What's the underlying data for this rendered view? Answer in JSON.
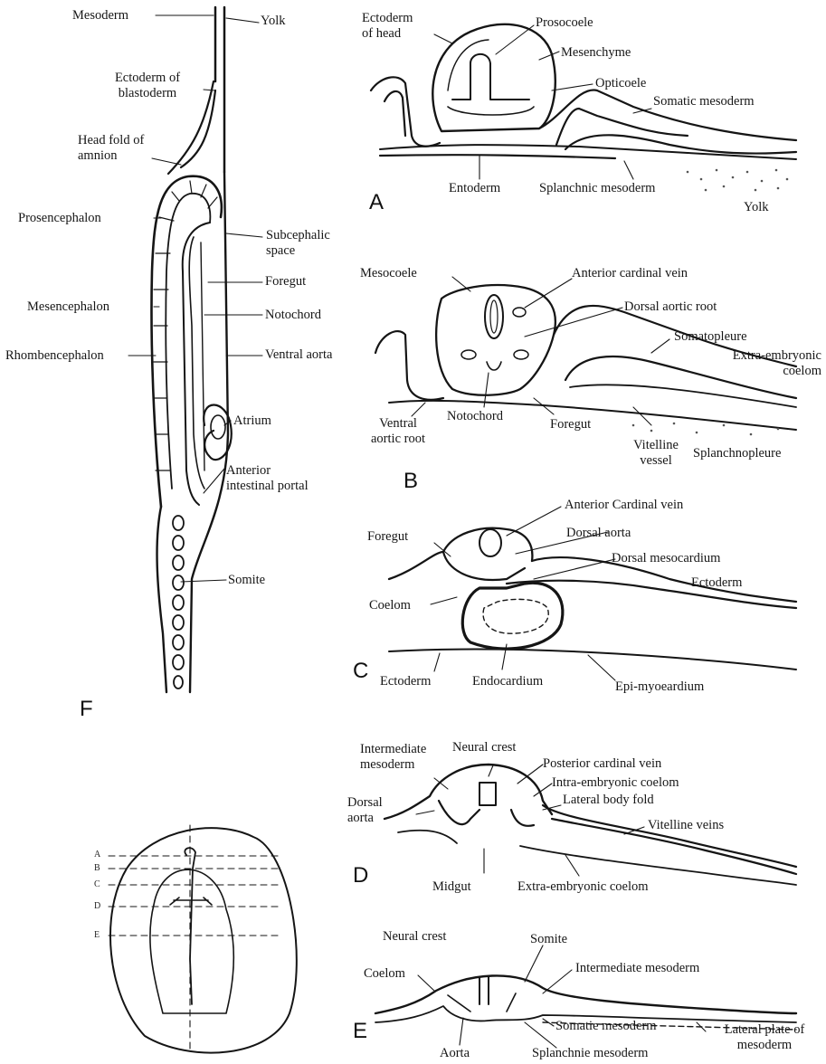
{
  "figure": {
    "panel_a": {
      "letter": "A",
      "labels": {
        "ectoderm_of_head": "Ectoderm\nof head",
        "prosocoele": "Prosocoele",
        "mesenchyme": "Mesenchyme",
        "opticoele": "Opticoele",
        "somatic_mesoderm": "Somatic mesoderm",
        "entoderm": "Entoderm",
        "splanchnic_mesoderm": "Splanchnic mesoderm",
        "yolk": "Yolk"
      }
    },
    "panel_b": {
      "letter": "B",
      "labels": {
        "mesocoele": "Mesocoele",
        "anterior_cardinal_vein": "Anterior cardinal vein",
        "dorsal_aortic_root": "Dorsal aortic root",
        "somatopleure": "Somatopleure",
        "extra_embryonic_coelom": "Extra-embryonic\ncoelom",
        "ventral_aortic_root": "Ventral\naortic root",
        "notochord": "Notochord",
        "foregut": "Foregut",
        "vitelline_vessel": "Vitelline\nvessel",
        "splanchnopleure": "Splanchnopleure"
      }
    },
    "panel_c": {
      "letter": "C",
      "labels": {
        "anterior_cardinal_vein": "Anterior Cardinal vein",
        "foregut": "Foregut",
        "dorsal_aorta": "Dorsal aorta",
        "dorsal_mesocardium": "Dorsal mesocardium",
        "ectoderm_right": "Ectoderm",
        "coelom": "Coelom",
        "ectoderm_bottom": "Ectoderm",
        "endocardium": "Endocardium",
        "epi_myocardium": "Epi-myoeardium"
      }
    },
    "panel_d": {
      "letter": "D",
      "labels": {
        "intermediate_mesoderm": "Intermediate\nmesoderm",
        "neural_crest": "Neural crest",
        "posterior_cardinal_vein": "Posterior cardinal vein",
        "intra_embryonic_coelom": "Intra-embryonic coelom",
        "lateral_body_fold": "Lateral body fold",
        "dorsal_aorta": "Dorsal\naorta",
        "vitelline_veins": "Vitelline veins",
        "midgut": "Midgut",
        "extra_embryonic_coelom": "Extra-embryonic coelom"
      }
    },
    "panel_e": {
      "letter": "E",
      "labels": {
        "neural_crest": "Neural crest",
        "somite": "Somite",
        "coelom": "Coelom",
        "intermediate_mesoderm": "Intermediate mesoderm",
        "somatic_mesoderm": "Somatie mesoderm",
        "lateral_plate": "Lateral plate of\nmesoderm",
        "aorta": "Aorta",
        "splanchnic_mesoderm": "Splanchnie mesoderm"
      }
    },
    "panel_f": {
      "letter": "F",
      "labels": {
        "mesoderm": "Mesoderm",
        "yolk": "Yolk",
        "ectoderm_of_blastoderm": "Ectoderm of\nblastoderm",
        "head_fold_of_amnion": "Head fold of\namnion",
        "prosencephalon": "Prosencephalon",
        "subcephalic_space": "Subcephalic\nspace",
        "foregut": "Foregut",
        "mesencephalon": "Mesencephalon",
        "notochord": "Notochord",
        "rhombencephalon": "Rhombencephalon",
        "ventral_aorta": "Ventral aorta",
        "atrium": "Atrium",
        "anterior_intestinal_portal": "Anterior\nintestinal portal",
        "somite": "Somite"
      }
    },
    "key_diagram": {
      "section_ticks": [
        "A",
        "B",
        "C",
        "D",
        "E"
      ]
    },
    "colors": {
      "ink": "#151515",
      "stipple": "#555555",
      "background": "#ffffff"
    }
  }
}
